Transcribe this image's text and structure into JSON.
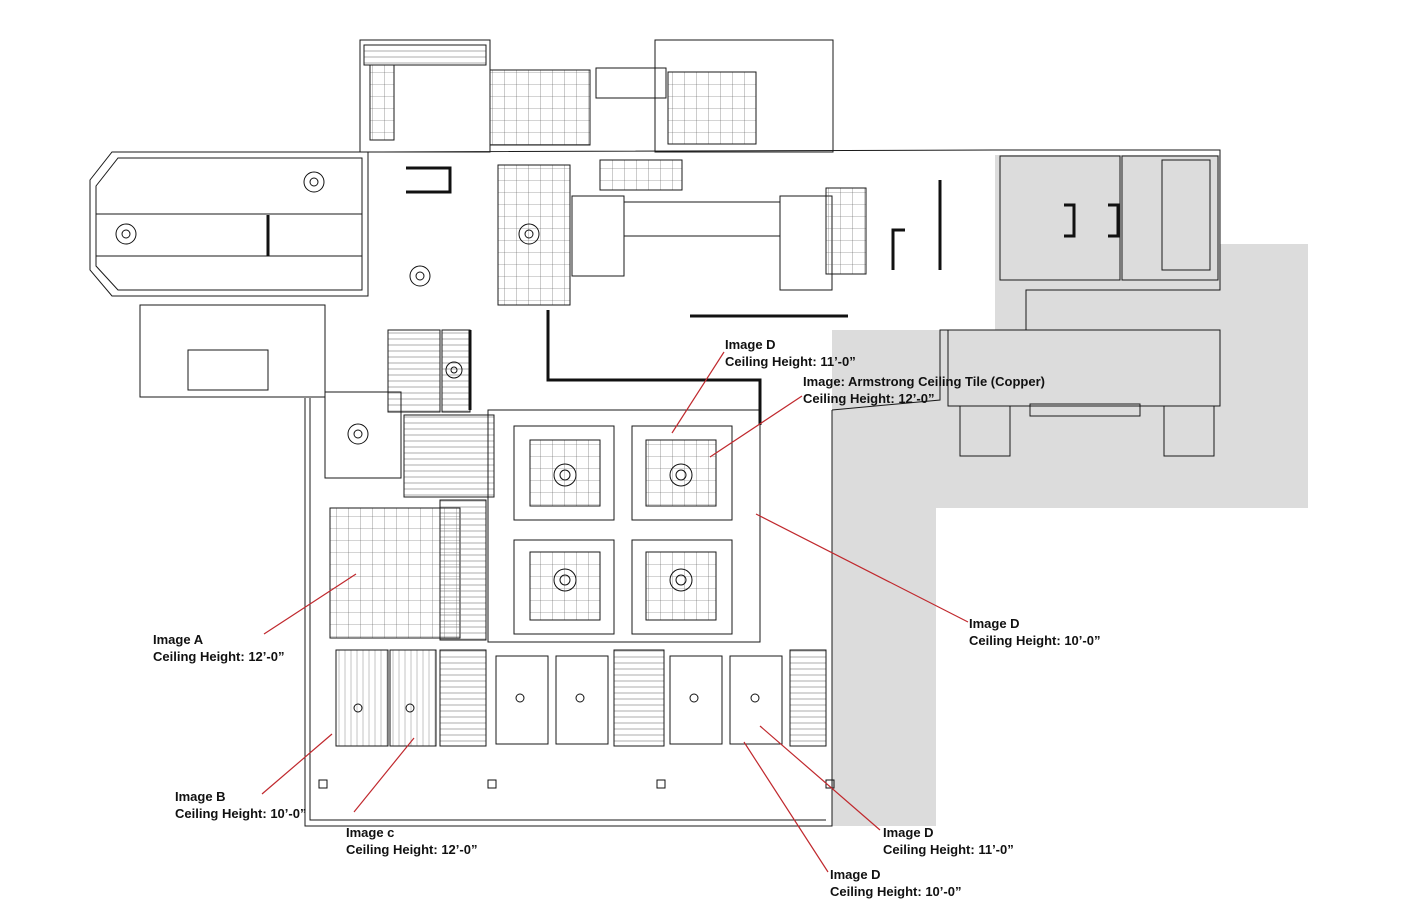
{
  "callouts": [
    {
      "id": "a",
      "title": "Image A",
      "height": "Ceiling Height: 12’-0”"
    },
    {
      "id": "b",
      "title": "Image B",
      "height": "Ceiling Height: 10’-0”"
    },
    {
      "id": "c",
      "title": "Image c",
      "height": "Ceiling Height: 12’-0”"
    },
    {
      "id": "d1",
      "title": "Image D",
      "height": "Ceiling Height: 11’-0”"
    },
    {
      "id": "arm",
      "title": "Image: Armstrong Ceiling Tile (Copper)",
      "height": "Ceiling Height: 12’-0”"
    },
    {
      "id": "d2",
      "title": "Image D",
      "height": "Ceiling Height: 10’-0”"
    },
    {
      "id": "d3",
      "title": "Image D",
      "height": "Ceiling Height: 11’-0”"
    },
    {
      "id": "d4",
      "title": "Image D",
      "height": "Ceiling Height: 10’-0”"
    }
  ],
  "colors": {
    "leader": "#c0282d",
    "ink": "#1a1a1a",
    "shade": "#dcdcdc"
  }
}
